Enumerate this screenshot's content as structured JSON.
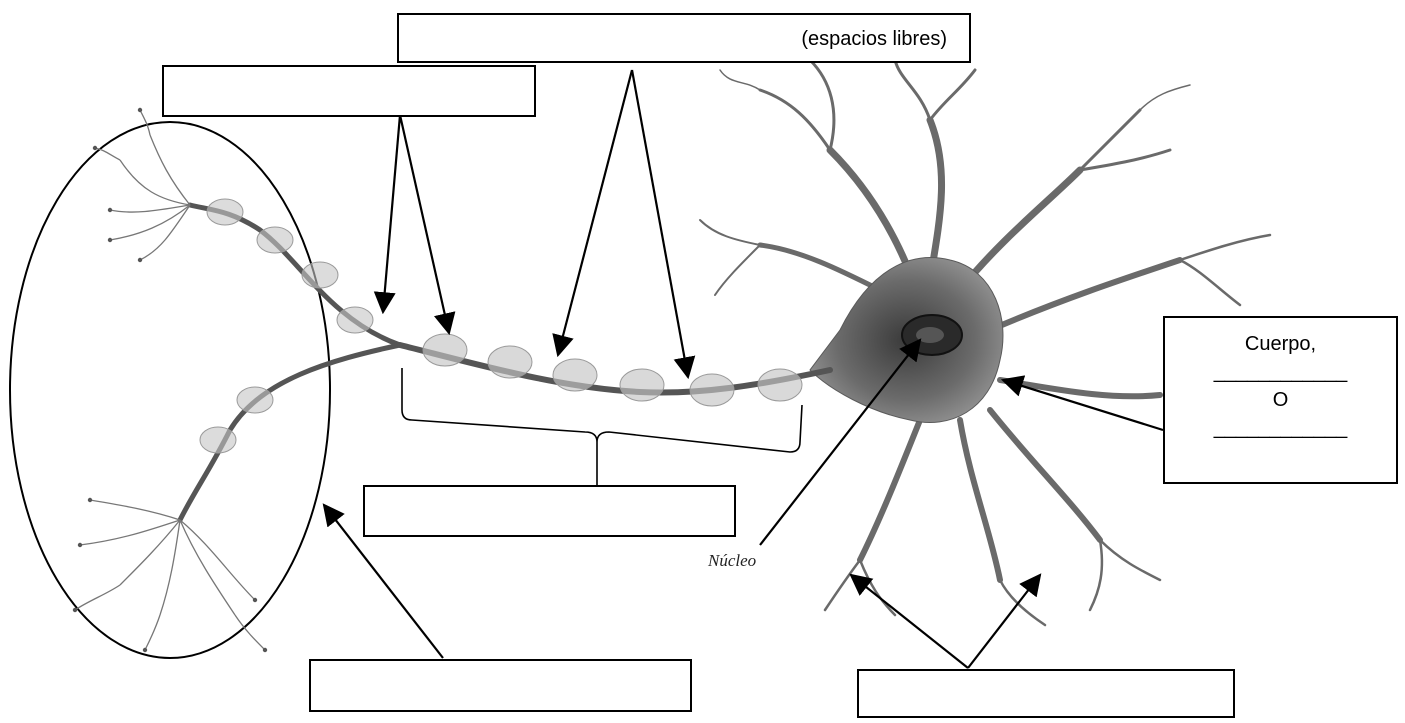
{
  "labels": {
    "myelin_gaps": "(espacios libres)",
    "body_line1": "Cuerpo,",
    "body_blank1": "____________",
    "body_or": "O",
    "body_blank2": "____________",
    "nucleus": "Núcleo"
  },
  "colors": {
    "ink": "#000000",
    "neuron_dark": "#4a4a4a",
    "neuron_mid": "#8a8a8a",
    "myelin": "#b8b8b8"
  }
}
